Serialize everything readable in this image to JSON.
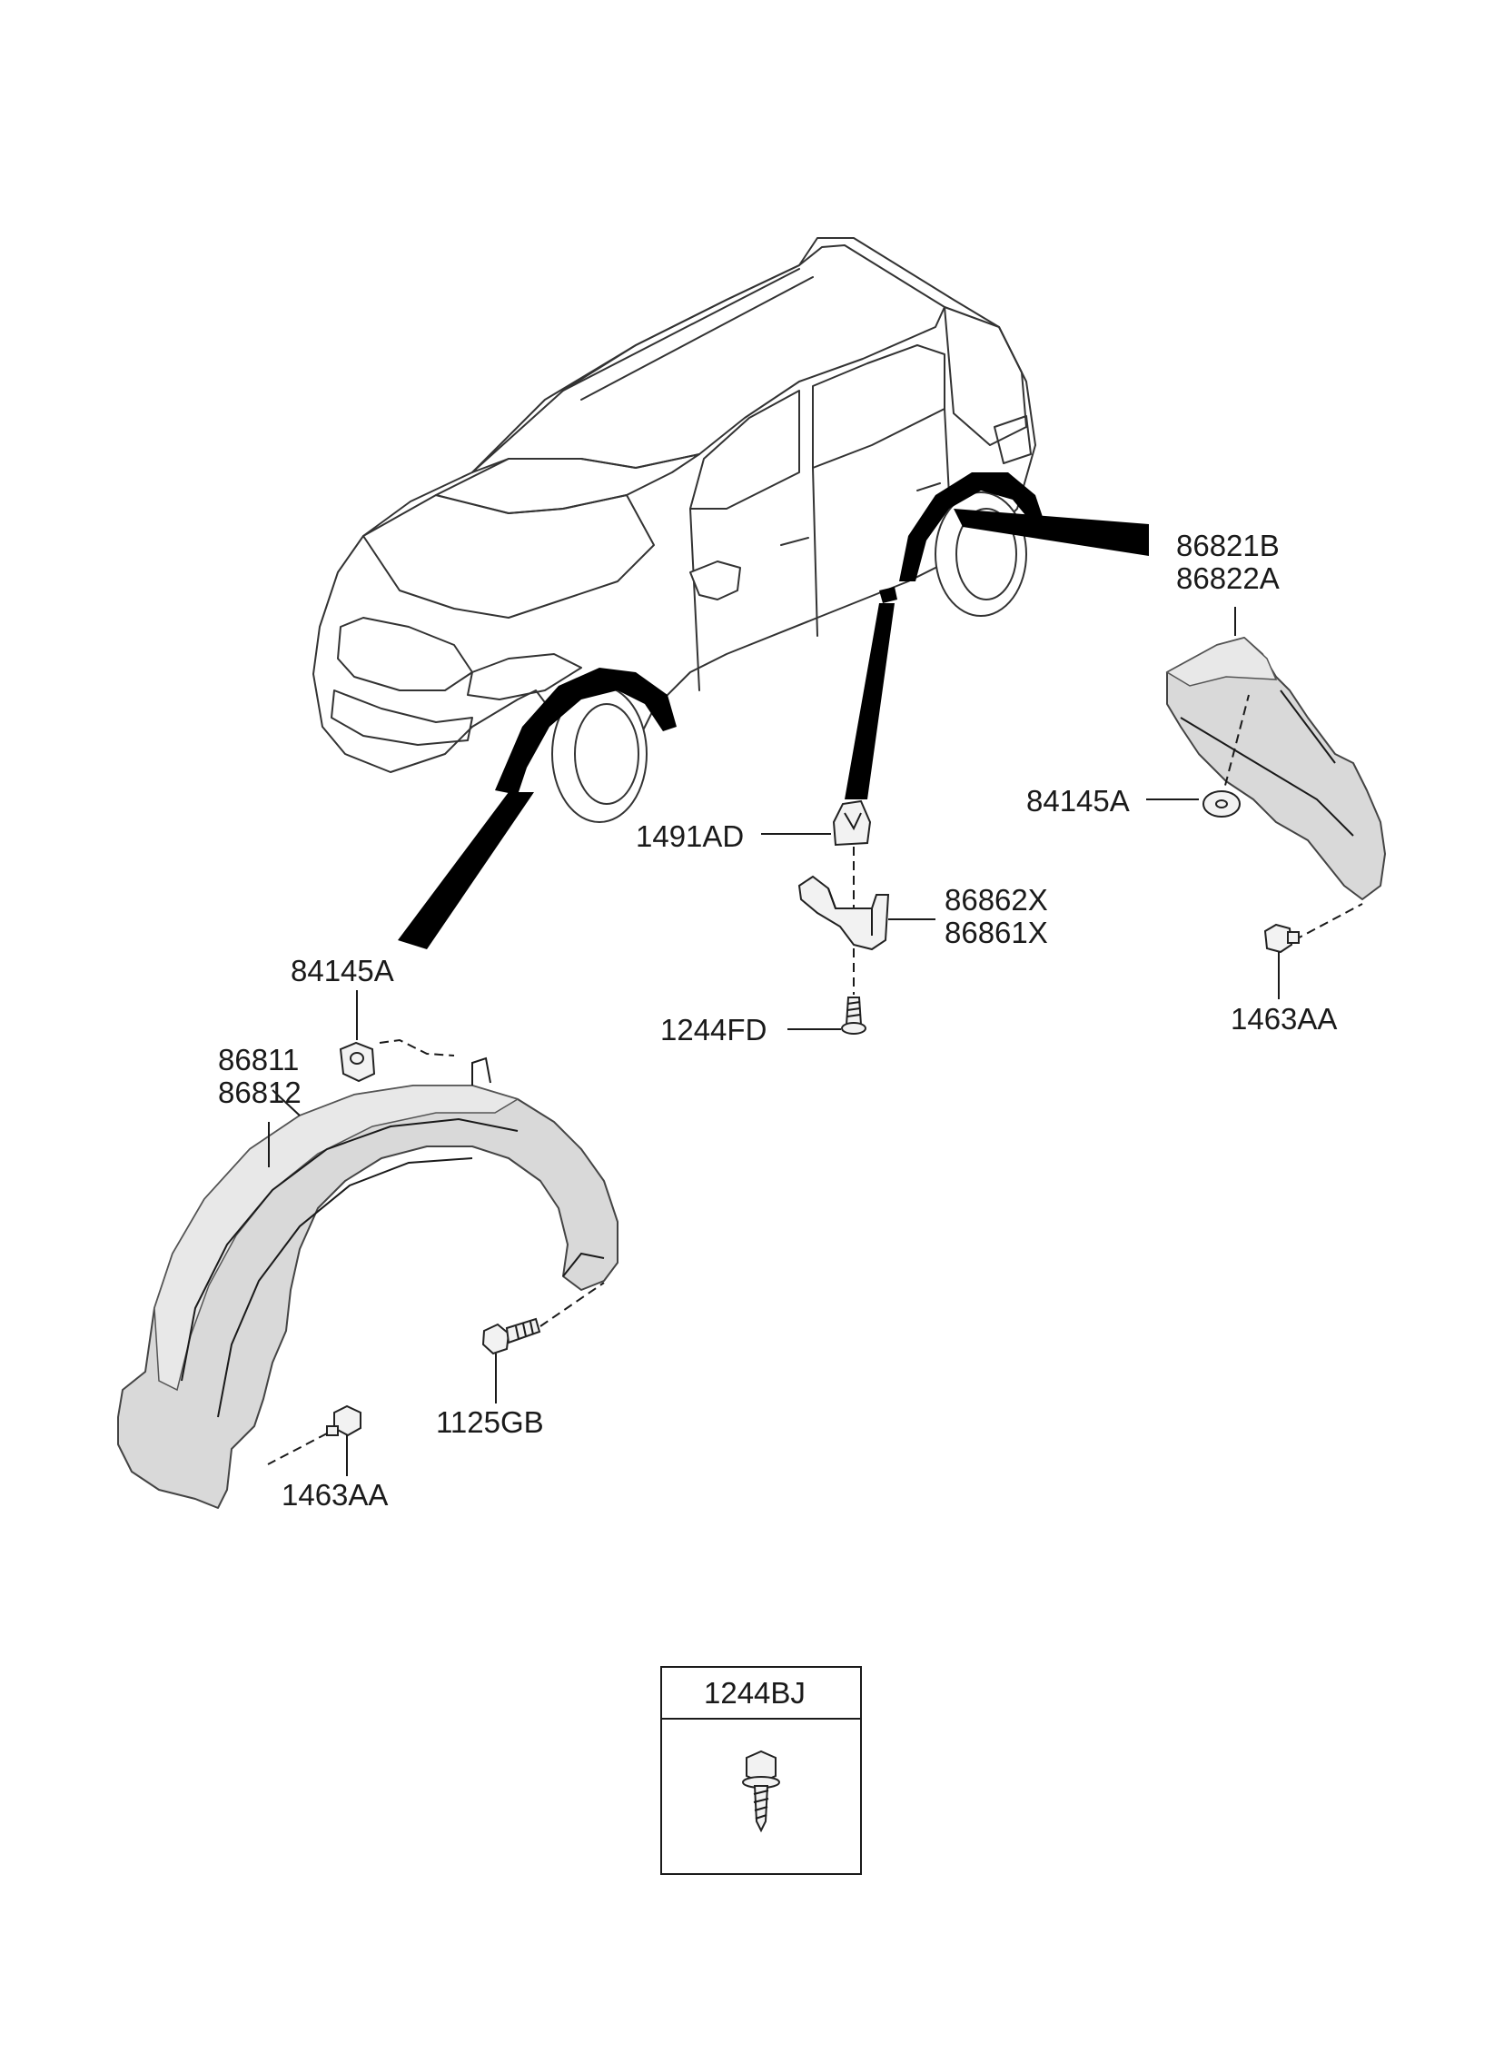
{
  "labels": {
    "rear_liner_a": "86821B",
    "rear_liner_b": "86822A",
    "rear_clip": "84145A",
    "front_clip": "84145A",
    "front_liner_a": "86811",
    "front_liner_b": "86812",
    "bracket_clip": "1491AD",
    "bracket_a": "86862X",
    "bracket_b": "86861X",
    "bracket_screw": "1244FD",
    "rear_bolt": "1463AA",
    "front_bolt": "1463AA",
    "front_screw": "1125GB",
    "box_screw": "1244BJ"
  }
}
